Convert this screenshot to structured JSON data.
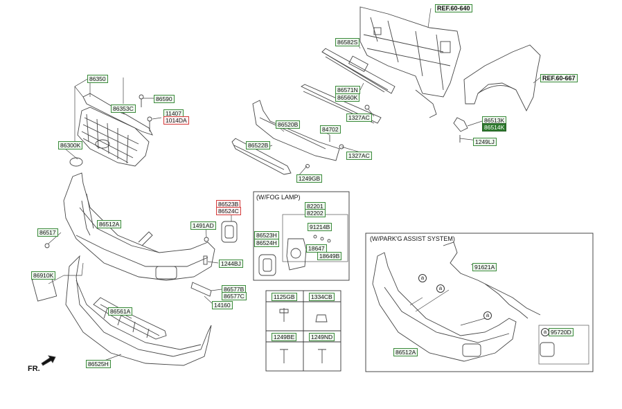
{
  "labels": {
    "ref_60_640": "REF.60-640",
    "ref_60_667": "REF.60-667",
    "p86582S": "86582S",
    "p86571N": "86571N",
    "p86560K": "86560K",
    "p1327AC_a": "1327AC",
    "p1327AC_b": "1327AC",
    "p86520B": "86520B",
    "p84702": "84702",
    "p86522B": "86522B",
    "p1249GB": "1249GB",
    "p86513K": "86513K",
    "p86514K": "86514K",
    "p1249LJ": "1249LJ",
    "p86350": "86350",
    "p86590": "86590",
    "p86353C": "86353C",
    "p11407": "11407",
    "p1014DA": "1014DA",
    "p86300K": "86300K",
    "p86523B": "86523B",
    "p86524C": "86524C",
    "p1491AD": "1491AD",
    "p86517": "86517",
    "p86512A": "86512A",
    "p1244BJ": "1244BJ",
    "p86910K": "86910K",
    "p86577B": "86577B",
    "p86577C": "86577C",
    "p14160": "14160",
    "p86561A": "86561A",
    "p86525H": "86525H",
    "p82201": "82201",
    "p82202": "82202",
    "p91214B": "91214B",
    "p86523H": "86523H",
    "p86524H": "86524H",
    "p18647": "18647",
    "p18649B": "18649B",
    "p91621A": "91621A",
    "p86512A_b": "86512A",
    "p95720D": "95720D"
  },
  "fog_box": {
    "title": "(W/FOG LAMP)"
  },
  "park_box": {
    "title": "(W/PARK'G ASSIST SYSTEM)",
    "callout": "a"
  },
  "fasteners": {
    "c1": "1125GB",
    "c2": "1334CB",
    "c3": "1249BE",
    "c4": "1249ND"
  },
  "direction": "FR."
}
